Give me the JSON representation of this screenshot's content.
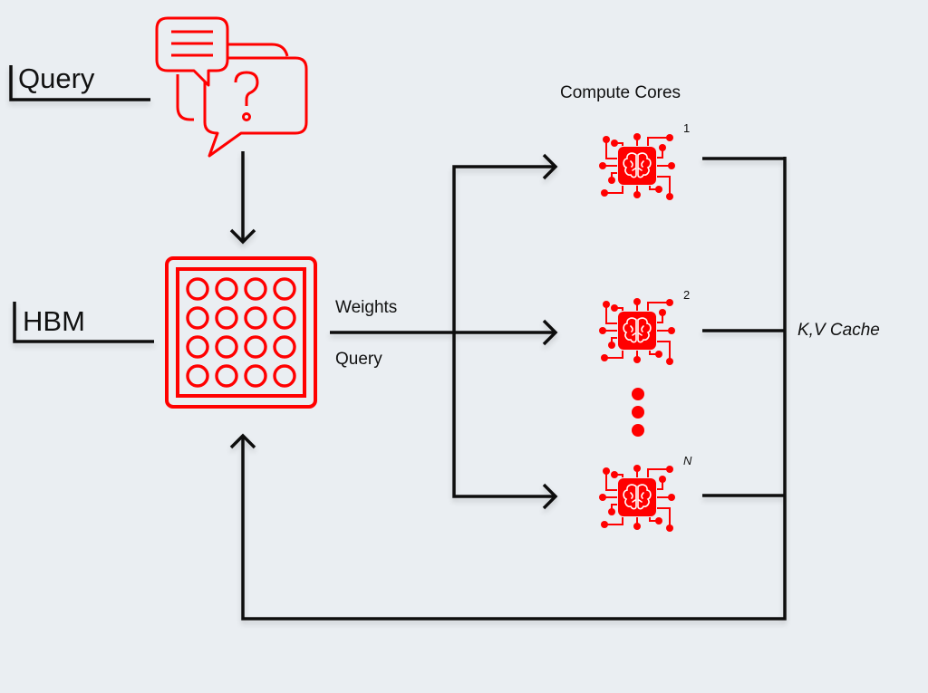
{
  "labels": {
    "query_section": "Query",
    "hbm_section": "HBM",
    "compute_cores_title": "Compute Cores",
    "weights": "Weights",
    "query_flow": "Query",
    "kv_cache": "K,V Cache"
  },
  "cores": [
    {
      "index_label": "1"
    },
    {
      "index_label": "2"
    },
    {
      "index_label": "N"
    }
  ],
  "colors": {
    "accent": "#ff0000",
    "line": "#111111",
    "background": "#eaeef2"
  }
}
